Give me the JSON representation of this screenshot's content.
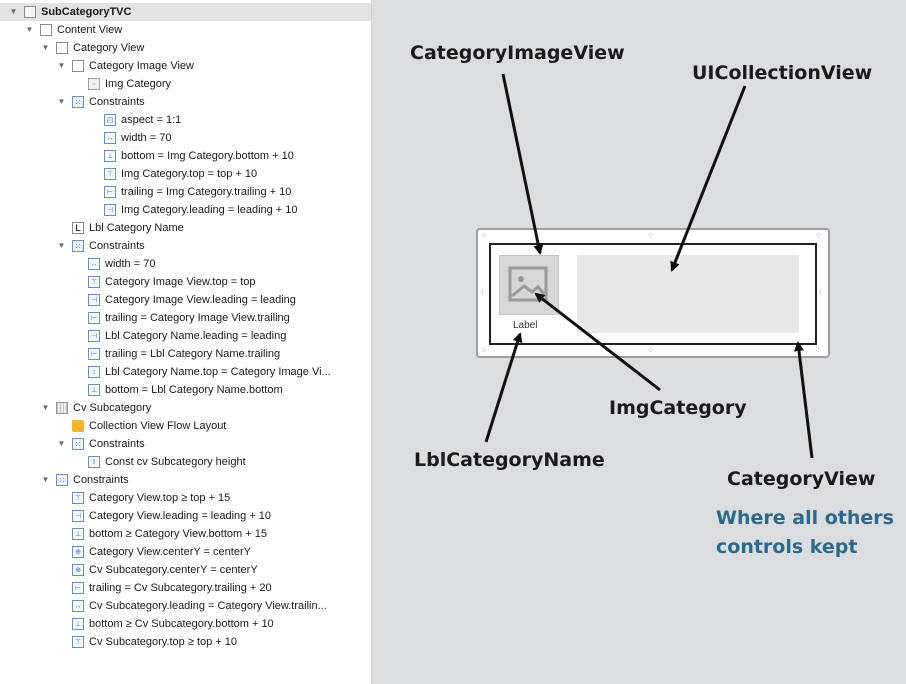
{
  "outline": {
    "rows": [
      {
        "text": "SubCategoryTVC",
        "icon": "scene-icon",
        "tri": "▼"
      },
      {
        "text": "Content View",
        "icon": "view-icon",
        "tri": "▼"
      },
      {
        "text": "Category View",
        "icon": "view-icon",
        "tri": "▼"
      },
      {
        "text": "Category Image View",
        "icon": "view-icon",
        "tri": "▼"
      },
      {
        "text": "Img Category",
        "icon": "image-view-icon",
        "tri": ""
      },
      {
        "text": "Constraints",
        "icon": "constraints-group-icon",
        "tri": "▼"
      },
      {
        "text": "aspect = 1:1",
        "icon": "aspect-constraint-icon",
        "tri": ""
      },
      {
        "text": "width = 70",
        "icon": "width-constraint-icon",
        "tri": ""
      },
      {
        "text": "bottom = Img Category.bottom + 10",
        "icon": "bottom-constraint-icon",
        "tri": ""
      },
      {
        "text": "Img Category.top = top + 10",
        "icon": "top-constraint-icon",
        "tri": ""
      },
      {
        "text": "trailing = Img Category.trailing + 10",
        "icon": "trailing-constraint-icon",
        "tri": ""
      },
      {
        "text": "Img Category.leading = leading + 10",
        "icon": "leading-constraint-icon",
        "tri": ""
      },
      {
        "text": "Lbl Category Name",
        "icon": "label-icon",
        "tri": ""
      },
      {
        "text": "Constraints",
        "icon": "constraints-group-icon",
        "tri": "▼"
      },
      {
        "text": "width = 70",
        "icon": "width-constraint-icon",
        "tri": ""
      },
      {
        "text": "Category Image View.top = top",
        "icon": "top-constraint-icon",
        "tri": ""
      },
      {
        "text": "Category Image View.leading = leading",
        "icon": "leading-constraint-icon",
        "tri": ""
      },
      {
        "text": "trailing = Category Image View.trailing",
        "icon": "trailing-constraint-icon",
        "tri": ""
      },
      {
        "text": "Lbl Category Name.leading = leading",
        "icon": "leading-constraint-icon",
        "tri": ""
      },
      {
        "text": "trailing = Lbl Category Name.trailing",
        "icon": "trailing-constraint-icon",
        "tri": ""
      },
      {
        "text": "Lbl Category Name.top = Category Image Vi...",
        "icon": "vertical-spacing-constraint-icon",
        "tri": ""
      },
      {
        "text": "bottom = Lbl Category Name.bottom",
        "icon": "bottom-constraint-icon",
        "tri": ""
      },
      {
        "text": "Cv Subcategory",
        "icon": "collection-view-icon",
        "tri": "▼"
      },
      {
        "text": "Collection View Flow Layout",
        "icon": "flow-layout-icon",
        "tri": ""
      },
      {
        "text": "Constraints",
        "icon": "constraints-group-icon",
        "tri": "▼"
      },
      {
        "text": "Const cv Subcategory height",
        "icon": "height-constraint-icon",
        "tri": ""
      },
      {
        "text": "Constraints",
        "icon": "constraints-group-icon",
        "tri": "▼"
      },
      {
        "text": "Category View.top ≥ top + 15",
        "icon": "top-constraint-icon",
        "tri": ""
      },
      {
        "text": "Category View.leading = leading + 10",
        "icon": "leading-constraint-icon",
        "tri": ""
      },
      {
        "text": "bottom ≥ Category View.bottom + 15",
        "icon": "bottom-constraint-icon",
        "tri": ""
      },
      {
        "text": "Category View.centerY = centerY",
        "icon": "center-y-constraint-icon",
        "tri": ""
      },
      {
        "text": "Cv Subcategory.centerY = centerY",
        "icon": "center-y-constraint-icon",
        "tri": ""
      },
      {
        "text": "trailing = Cv Subcategory.trailing + 20",
        "icon": "trailing-constraint-icon",
        "tri": ""
      },
      {
        "text": "Cv Subcategory.leading = Category View.trailin...",
        "icon": "horizontal-spacing-constraint-icon",
        "tri": ""
      },
      {
        "text": "bottom ≥ Cv Subcategory.bottom + 10",
        "icon": "bottom-constraint-icon",
        "tri": ""
      },
      {
        "text": "Cv Subcategory.top ≥ top + 10",
        "icon": "top-constraint-icon",
        "tri": ""
      }
    ]
  },
  "canvas": {
    "callouts": {
      "category_image_view": "CategoryImageView",
      "ui_collection_view": "UICollectionView",
      "img_category": "ImgCategory",
      "lbl_category_name": "LblCategoryName",
      "category_view": "CategoryView"
    },
    "note_line1": "Where all others",
    "note_line2": "controls kept",
    "cell_label": "Label",
    "note_color": "#2a6a8a"
  }
}
